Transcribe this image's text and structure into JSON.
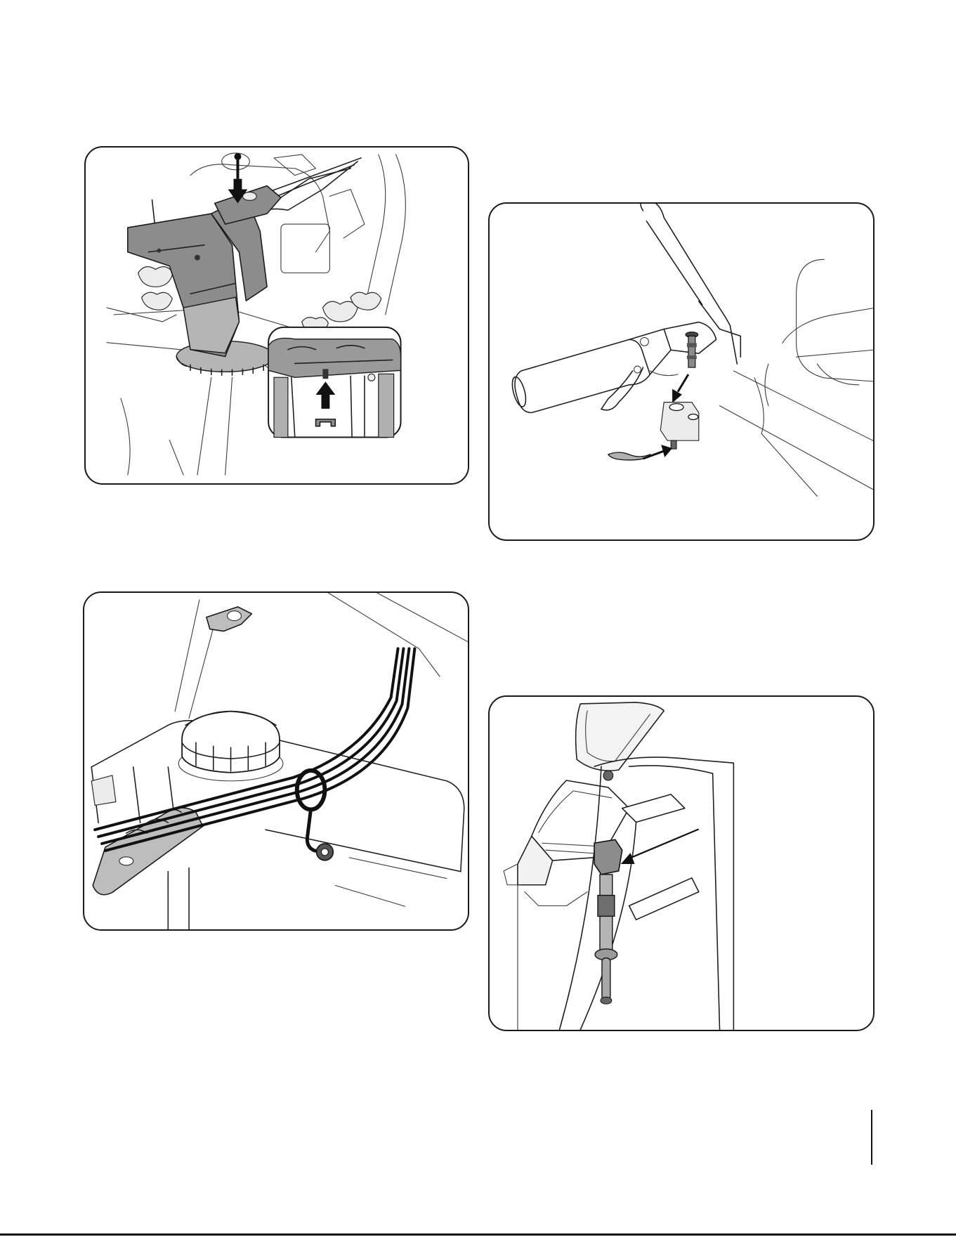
{
  "figures": [
    {
      "id": "fig-chute-mount",
      "description_icon": "chute-assembly-illustration"
    },
    {
      "id": "fig-handle-pin",
      "description_icon": "handle-pin-illustration"
    },
    {
      "id": "fig-cable-guide",
      "description_icon": "cable-guide-illustration"
    },
    {
      "id": "fig-chute-crank",
      "description_icon": "chute-crank-illustration"
    }
  ],
  "colors": {
    "line": "#1f1f1f",
    "fill_dark": "#8c8c8c",
    "fill_mid": "#b5b5b5",
    "paper": "#ffffff"
  }
}
